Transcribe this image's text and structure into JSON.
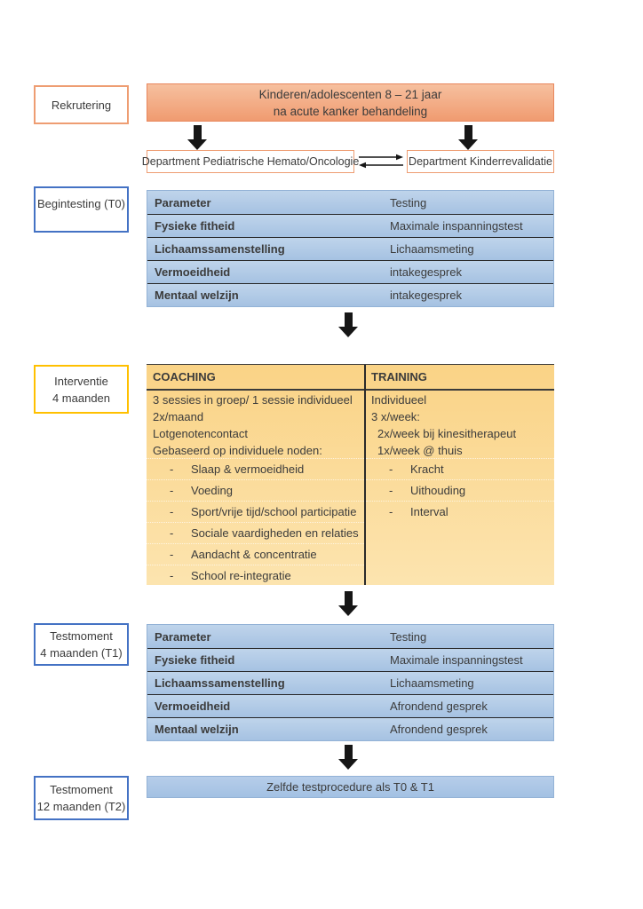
{
  "colors": {
    "text": "#3b3b3b",
    "line_dark": "#161616",
    "banner_top": "#f6c09f",
    "banner_bottom": "#f09b70",
    "banner_border": "#e8875d",
    "orange_box_border": "#ee9d72",
    "blue_border": "#4472c4",
    "yellow_border": "#ffc000",
    "blue_row_top": "#bfd4eb",
    "blue_row_bottom": "#a6c2e2",
    "blue_table_border": "#93b2d6",
    "intervention_top": "#fad386",
    "intervention_bottom": "#fce4af"
  },
  "left_labels": {
    "rekrutering": "Rekrutering",
    "begintesting": "Begintesting (T0)",
    "interventie_line1": "Interventie",
    "interventie_line2": "4 maanden",
    "t1_line1": "Testmoment",
    "t1_line2": "4 maanden (T1)",
    "t2_line1": "Testmoment",
    "t2_line2": "12 maanden (T2)"
  },
  "recruitment": {
    "banner_line1": "Kinderen/adolescenten 8 – 21 jaar",
    "banner_line2": "na acute kanker behandeling",
    "dept_left": "Department Pediatrische Hemato/Oncologie",
    "dept_right": "Department Kinderrevalidatie"
  },
  "t0_table": {
    "rows": [
      {
        "param": "Parameter",
        "testing": "Testing"
      },
      {
        "param": "Fysieke fitheid",
        "testing": "Maximale inspanningstest"
      },
      {
        "param": "Lichaamssamenstelling",
        "testing": "Lichaamsmeting"
      },
      {
        "param": "Vermoeidheid",
        "testing": "intakegesprek"
      },
      {
        "param": "Mentaal welzijn",
        "testing": "intakegesprek"
      }
    ]
  },
  "intervention": {
    "bullet_char": "-",
    "coaching_header": "COACHING",
    "coaching_lines": [
      "3 sessies in groep/ 1 sessie individueel",
      "2x/maand",
      "Lotgenotencontact",
      "Gebaseerd op individuele noden:"
    ],
    "coaching_bullets": [
      "Slaap & vermoeidheid",
      "Voeding",
      "Sport/vrije tijd/school participatie",
      "Sociale vaardigheden en relaties",
      "Aandacht & concentratie",
      "School re-integratie"
    ],
    "training_header": "TRAINING",
    "training_lines": [
      "Individueel",
      "3 x/week:",
      "2x/week bij kinesitherapeut",
      "1x/week @ thuis"
    ],
    "training_bullets": [
      "Kracht",
      "Uithouding",
      "Interval"
    ]
  },
  "t1_table": {
    "rows": [
      {
        "param": "Parameter",
        "testing": "Testing"
      },
      {
        "param": "Fysieke fitheid",
        "testing": "Maximale inspanningstest"
      },
      {
        "param": "Lichaamssamenstelling",
        "testing": "Lichaamsmeting"
      },
      {
        "param": "Vermoeidheid",
        "testing": "Afrondend gesprek"
      },
      {
        "param": "Mentaal welzijn",
        "testing": "Afrondend gesprek"
      }
    ]
  },
  "t2_bar_label": "Zelfde testprocedure als T0 & T1"
}
